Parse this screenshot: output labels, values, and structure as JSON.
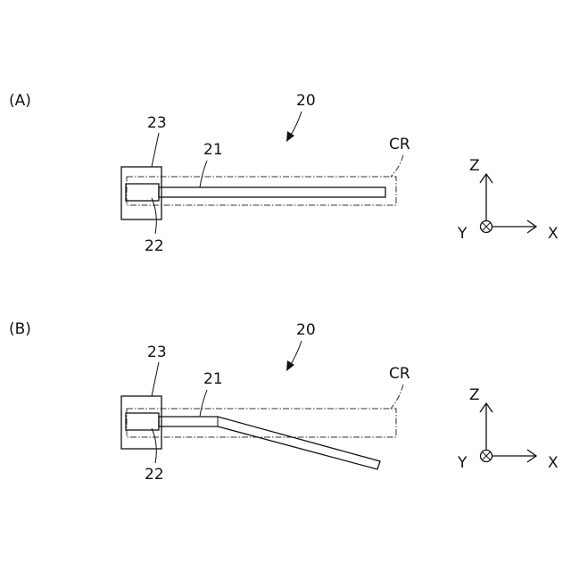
{
  "panel_a": {
    "panel_label": "(A)",
    "device_label": "20",
    "housing_label": "23",
    "arm_label": "21",
    "base_label": "22",
    "region_label": "CR",
    "axes": {
      "z": "Z",
      "y": "Y",
      "x": "X"
    }
  },
  "panel_b": {
    "panel_label": "(B)",
    "device_label": "20",
    "housing_label": "23",
    "arm_label": "21",
    "base_label": "22",
    "region_label": "CR",
    "axes": {
      "z": "Z",
      "y": "Y",
      "x": "X"
    }
  }
}
